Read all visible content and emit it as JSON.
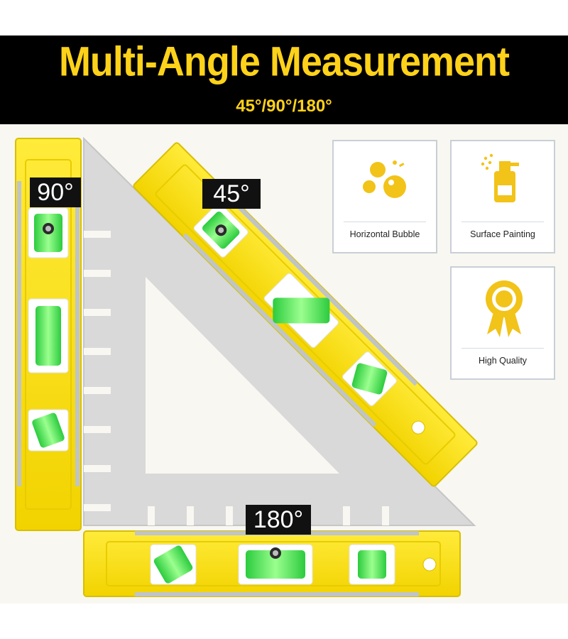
{
  "banner": {
    "title": "Multi-Angle Measurement",
    "subtitle": "45°/90°/180°"
  },
  "angle_labels": {
    "left": "90°",
    "diagonal": "45°",
    "bottom": "180°"
  },
  "features": [
    {
      "label": "Horizontal Bubble",
      "icon": "bubbles-icon"
    },
    {
      "label": "Surface Painting",
      "icon": "spray-bottle-icon"
    },
    {
      "label": "High Quality",
      "icon": "award-ribbon-icon"
    }
  ],
  "colors": {
    "banner_bg": "#000000",
    "accent_yellow": "#ffd21a",
    "level_yellow": "#f7e11b",
    "vial_green": "#4ee85a",
    "square_gray": "#d9d9d9",
    "icon_yellow": "#f2c318"
  }
}
